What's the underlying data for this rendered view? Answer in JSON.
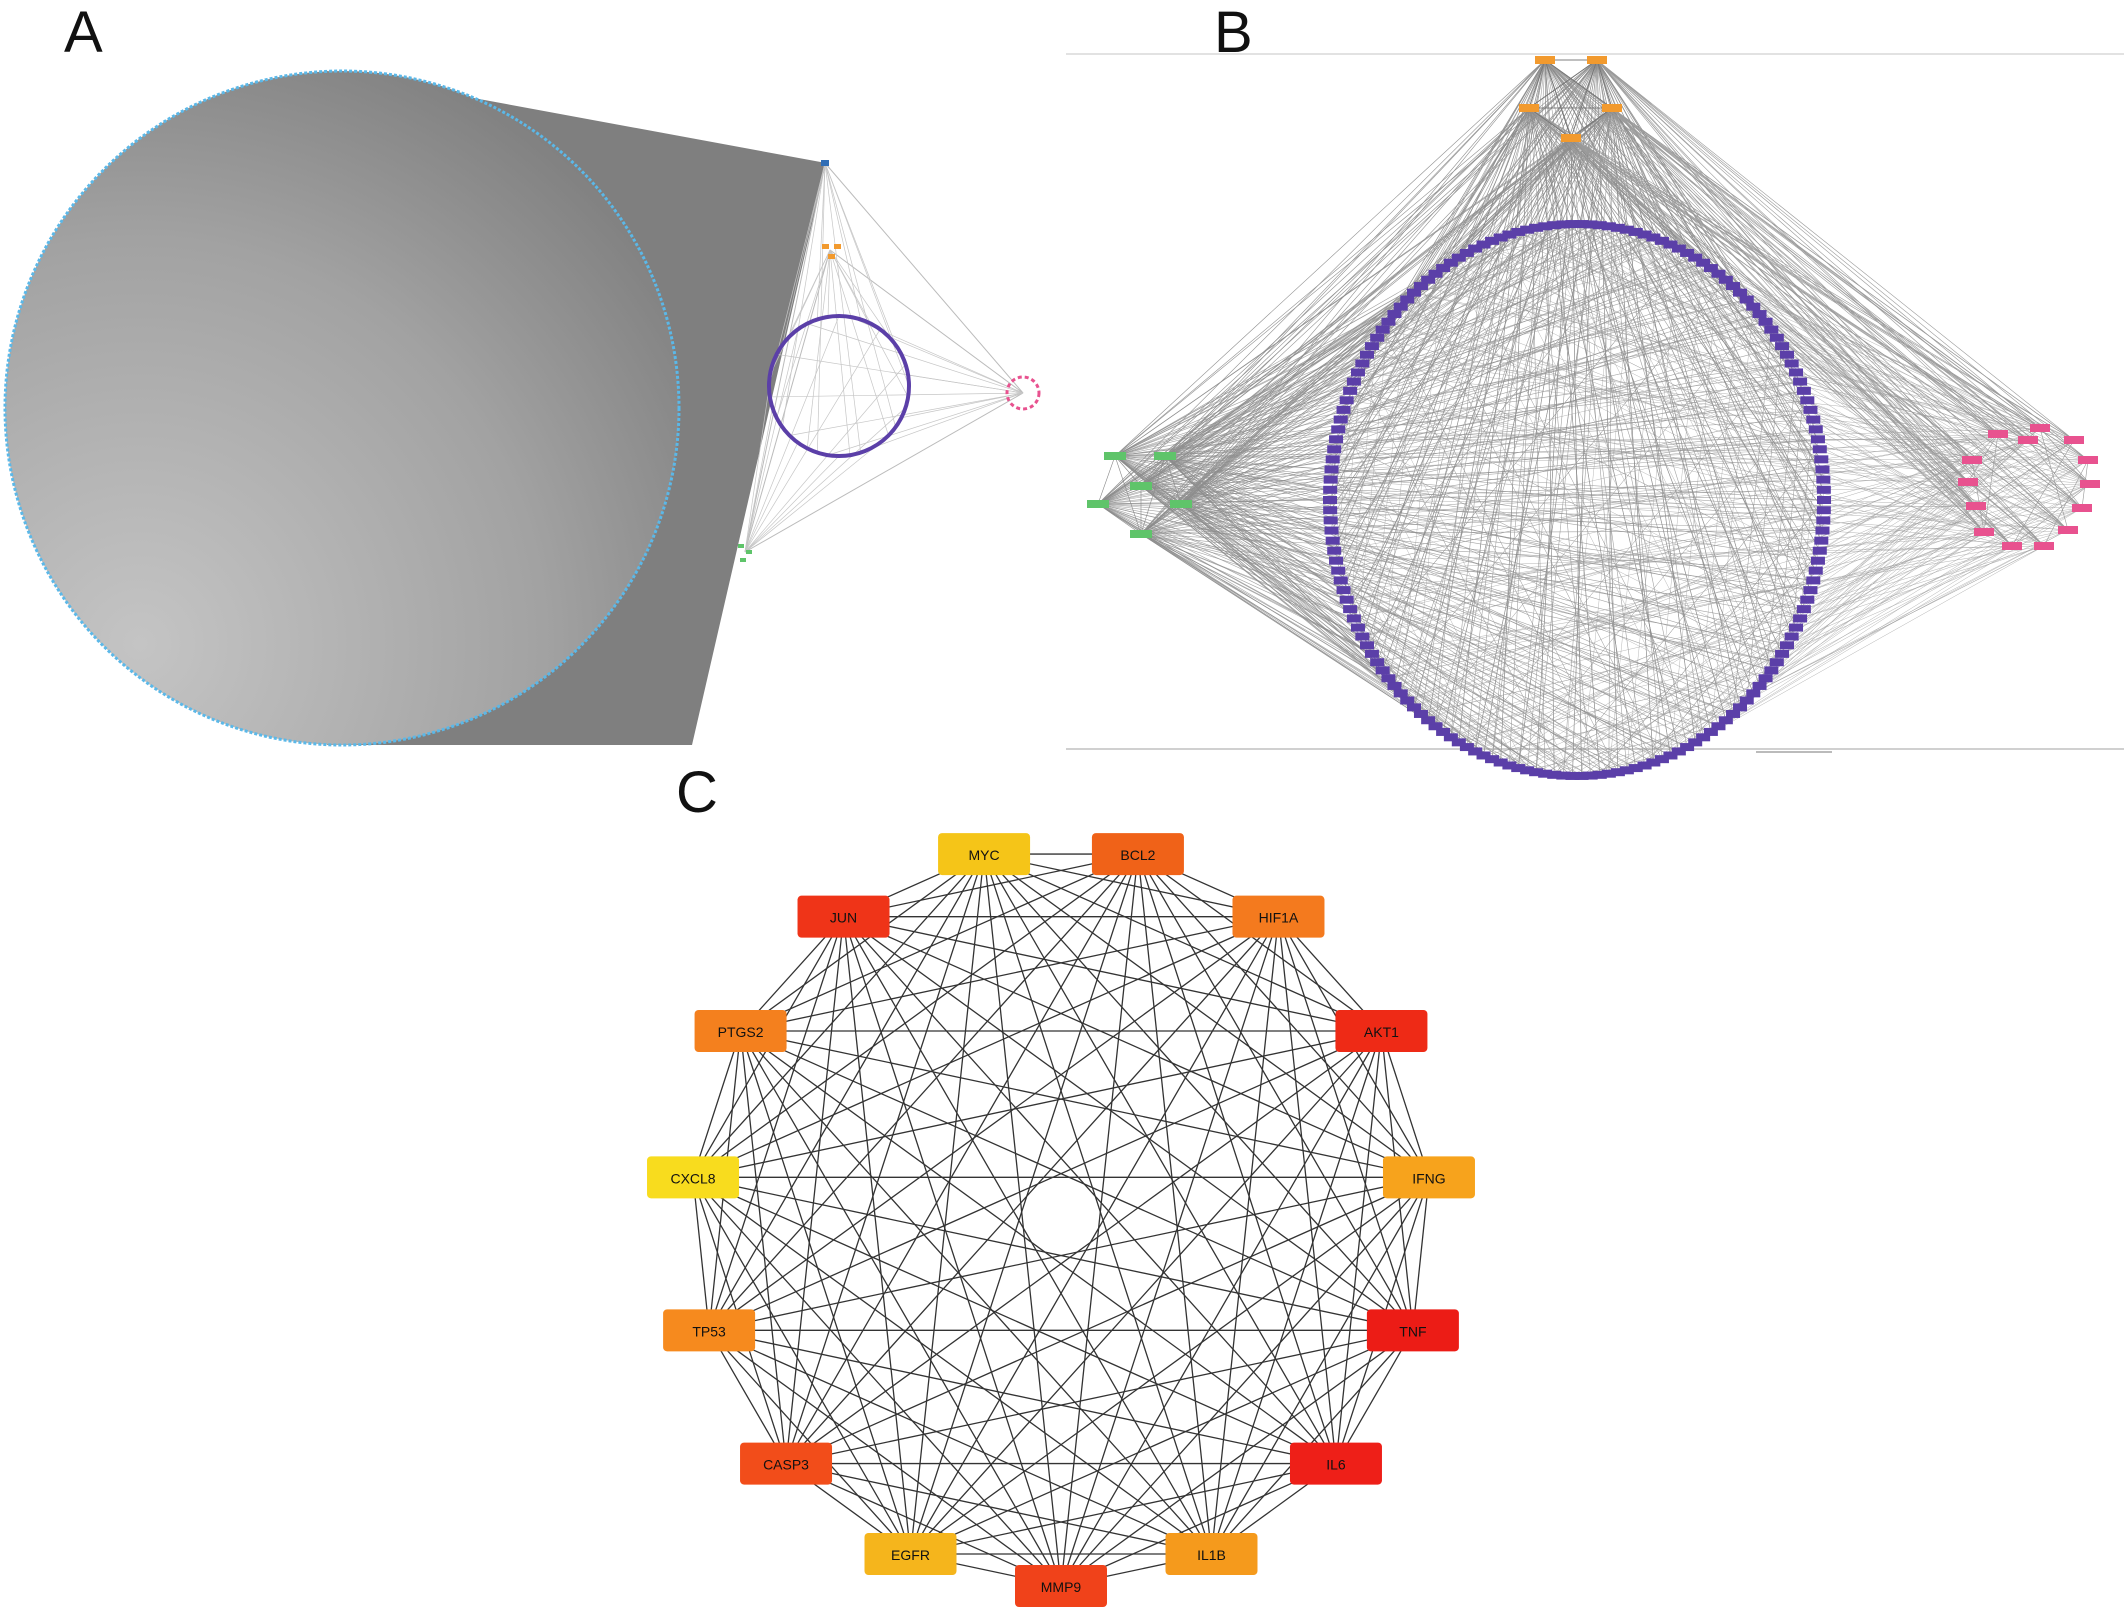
{
  "panels": [
    {
      "letter": "A"
    },
    {
      "letter": "B"
    },
    {
      "letter": "C"
    }
  ],
  "colors": {
    "ingredient_ring": "#5bb8e8",
    "target_ring": "#5b3fa8",
    "disease_node": "#e8528f",
    "compound_node": "#f29a2e",
    "herb_node": "#5fc46a",
    "edge_gray": "#9a9a9a",
    "hub_edge": "#333333"
  },
  "hub_network": {
    "nodes": [
      {
        "label": "MYC",
        "color": "#f5c518"
      },
      {
        "label": "BCL2",
        "color": "#f06218"
      },
      {
        "label": "HIF1A",
        "color": "#f47a1e"
      },
      {
        "label": "AKT1",
        "color": "#ee2a16"
      },
      {
        "label": "IFNG",
        "color": "#f7a31c"
      },
      {
        "label": "TNF",
        "color": "#ec1c16"
      },
      {
        "label": "IL6",
        "color": "#ee1f18"
      },
      {
        "label": "IL1B",
        "color": "#f59a1c"
      },
      {
        "label": "MMP9",
        "color": "#f0421a"
      },
      {
        "label": "EGFR",
        "color": "#f5b51c"
      },
      {
        "label": "CASP3",
        "color": "#f24d1a"
      },
      {
        "label": "TP53",
        "color": "#f68a1e"
      },
      {
        "label": "CXCL8",
        "color": "#f8dc1e"
      },
      {
        "label": "PTGS2",
        "color": "#f4801e"
      },
      {
        "label": "JUN",
        "color": "#ef3418"
      }
    ]
  }
}
